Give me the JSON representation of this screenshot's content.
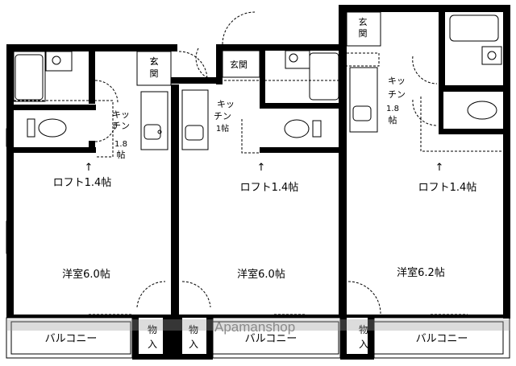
{
  "floor_plan": {
    "units": [
      {
        "id": "unit-left",
        "entrance": "玄関",
        "kitchen": [
          "キッ",
          "チン",
          "1.8",
          "帖"
        ],
        "loft": "ロフト1.4帖",
        "room": "洋室6.0帖",
        "balcony": "バルコニー",
        "storage": [
          "物",
          "入"
        ]
      },
      {
        "id": "unit-middle",
        "entrance": "玄関",
        "kitchen": [
          "キッ",
          "チン",
          "1帖"
        ],
        "loft": "ロフト1.4帖",
        "room": "洋室6.0帖",
        "balcony": "バルコニー",
        "storage": [
          "物",
          "入"
        ]
      },
      {
        "id": "unit-right",
        "entrance": "玄関",
        "kitchen": [
          "キッ",
          "チン",
          "1.8",
          "帖"
        ],
        "loft": "ロフト1.4帖",
        "room": "洋室6.2帖",
        "balcony": "バルコニー",
        "storage": [
          "物",
          "入"
        ]
      }
    ],
    "arrow": "↑",
    "watermark": "Apamanshop",
    "colors": {
      "wall": "#000000",
      "background": "#ffffff",
      "watermark": "#8a8a8a"
    }
  }
}
